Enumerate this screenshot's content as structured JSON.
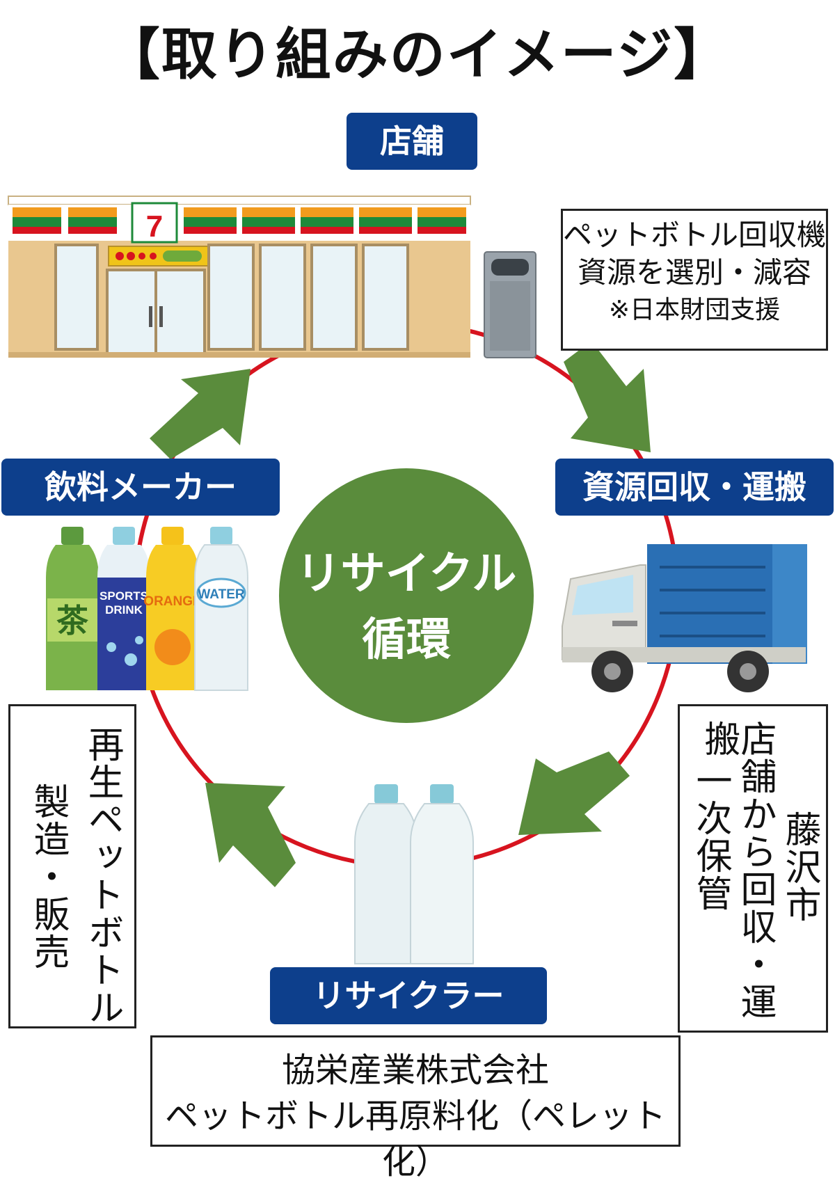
{
  "title": "【取り組みのイメージ】",
  "center": {
    "line1": "リサイクル",
    "line2": "循環"
  },
  "nodes": {
    "store": "店舗",
    "collection": "資源回収・運搬",
    "recycler": "リサイクラー",
    "maker": "飲料メーカー"
  },
  "notes": {
    "machine": {
      "line1": "ペットボトル回収機",
      "line2": "資源を選別・減容",
      "line3": "※日本財団支援"
    },
    "fujisawa": {
      "col1": "藤沢市",
      "col2": "店舗から回収・運搬",
      "col3": "一次保管"
    },
    "recycler": {
      "line1": "協栄産業株式会社",
      "line2": "ペットボトル再原料化（ペレット化）"
    },
    "maker": {
      "col1": "再生ペットボトル",
      "col2": "製造・販売"
    }
  },
  "bottle_labels": {
    "tea": "茶",
    "sports": "SPORTS",
    "drink": "DRINK",
    "orange": "ORANGE",
    "water": "WATER"
  },
  "store_logo": "7",
  "colors": {
    "label_bg": "#0d3f8c",
    "arrow": "#5a8c3c",
    "circle_line": "#d7141f",
    "center": "#5a8c3c"
  }
}
